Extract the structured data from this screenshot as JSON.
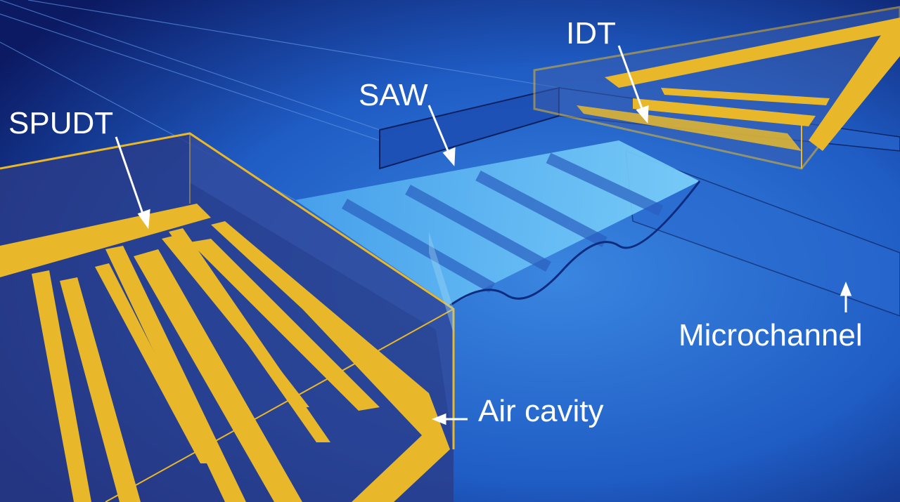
{
  "labels": {
    "spudt": "SPUDT",
    "saw": "SAW",
    "idt": "IDT",
    "microchannel": "Microchannel",
    "air_cavity": "Air cavity"
  },
  "colors": {
    "background_center": "#3a86e0",
    "background_edge": "#0c1a63",
    "electrode": "#e8b82a",
    "wave": "#6cc8f8",
    "arrow": "#ffffff"
  }
}
